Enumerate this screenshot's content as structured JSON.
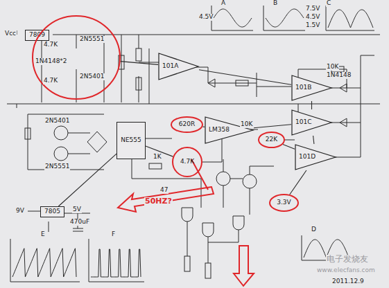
{
  "diagram": {
    "nodes": [
      {
        "text": [
          "7809"
        ]
      },
      {
        "text": [
          "4.7K",
          "2N5551",
          "1N4148*2",
          "2N5401",
          "4.7K"
        ]
      },
      {
        "text": [
          "101A"
        ]
      },
      {
        "text": [
          "101B"
        ]
      },
      {
        "text": [
          "101C"
        ]
      },
      {
        "text": [
          "101D"
        ]
      },
      {
        "text": [
          "LM358"
        ]
      },
      {
        "text": [
          "NE555"
        ]
      },
      {
        "text": [
          "620R"
        ]
      },
      {
        "text": [
          "4.7K"
        ]
      },
      {
        "text": [
          "22K"
        ]
      },
      {
        "text": [
          "3.3V"
        ]
      },
      {
        "text": [
          "7805"
        ]
      }
    ],
    "edges": [
      {
        "from": 0,
        "to": 1,
        "arrow": "none"
      },
      {
        "from": 1,
        "to": 2,
        "arrow": "none"
      },
      {
        "from": 2,
        "to": 3,
        "arrow": "none"
      },
      {
        "from": 3,
        "to": 4,
        "arrow": "none"
      },
      {
        "from": 4,
        "to": 5,
        "arrow": "none"
      },
      {
        "from": 8,
        "to": 6,
        "arrow": "none"
      },
      {
        "from": 9,
        "to": 7,
        "arrow": "none"
      },
      {
        "from": 6,
        "to": 4,
        "arrow": "none"
      },
      {
        "from": 10,
        "to": 5,
        "arrow": "none"
      },
      {
        "from": 5,
        "to": 11,
        "arrow": "none"
      },
      {
        "from": 12,
        "to": 7,
        "arrow": "none"
      }
    ],
    "labels": [
      "Vcc",
      "A",
      "B",
      "C",
      "4.5V",
      "7.5V",
      "4.5V",
      "1.5V",
      "10K",
      "1N4148",
      "1K",
      "2N5401",
      "2N5551",
      "9V",
      "5V",
      "470uF",
      "50HZ?",
      "E",
      "F",
      "D",
      "2011.12.9",
      "电子发烧友",
      "www.elecfans.com",
      "10K",
      "47"
    ]
  }
}
